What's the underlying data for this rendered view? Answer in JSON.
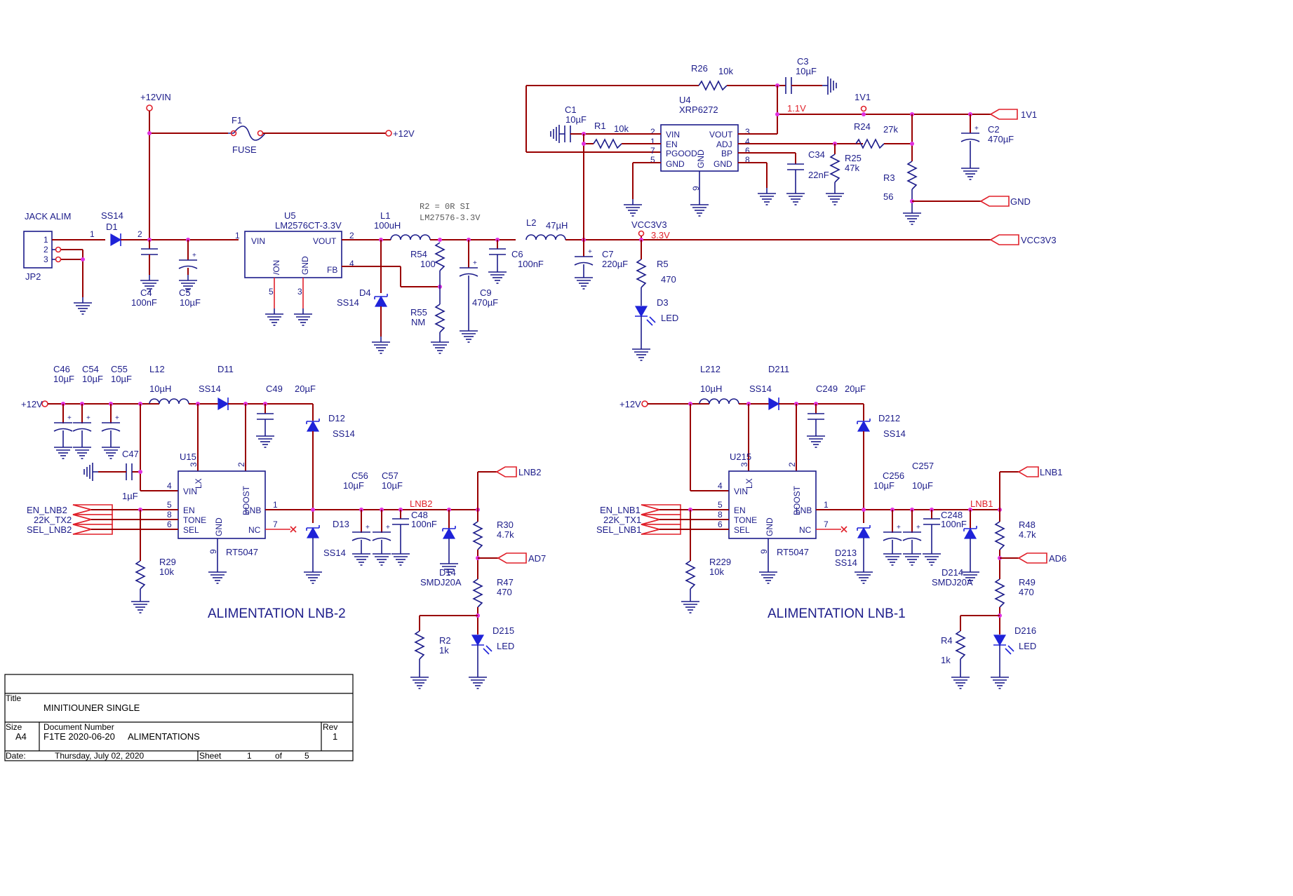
{
  "power": {
    "vin12": "+12VIN",
    "fuse_ref": "F1",
    "fuse_val": "FUSE",
    "out12": "+12V",
    "jack_title": "JACK ALIM",
    "jack_ref": "JP2",
    "jack_pins": [
      "1",
      "2",
      "3"
    ],
    "d1_val": "SS14",
    "d1_ref": "D1",
    "c4_ref": "C4",
    "c4_val": "100nF",
    "c5_ref": "C5",
    "c5_val": "10µF",
    "u5_ref": "U5",
    "u5_val": "LM2576CT-3.3V",
    "u5_pins": {
      "vin": "VIN",
      "vout": "VOUT",
      "on": "/ON",
      "gnd": "GND",
      "fb": "FB"
    },
    "u5_pinnums": [
      "1",
      "2",
      "4",
      "5",
      "3"
    ],
    "d4_ref": "D4",
    "d4_val": "SS14",
    "l1_ref": "L1",
    "l1_val": "100uH",
    "note1": "R2 = 0R SI",
    "note2": "LM27576-3.3V",
    "r54_ref": "R54",
    "r54_val": "100",
    "r55_ref": "R55",
    "r55_val": "NM",
    "c9_ref": "C9",
    "c9_val": "470µF",
    "c6_ref": "C6",
    "c6_val": "100nF",
    "l2_ref": "L2",
    "l2_val": "47µH",
    "c7_ref": "C7",
    "c7_val": "220µF",
    "vcc_label": "VCC3V3",
    "vcc_value": "3.3V",
    "vcc_port": "VCC3V3",
    "r5_ref": "R5",
    "r5_val": "470",
    "d3_ref": "D3",
    "d3_val": "LED",
    "pin1": "1",
    "pin2": "2"
  },
  "ldo": {
    "r26_ref": "R26",
    "r26_val": "10k",
    "c3_ref": "C3",
    "c3_val": "10µF",
    "u4_ref": "U4",
    "u4_val": "XRP6272",
    "u4_pins": {
      "vin": "VIN",
      "en": "EN",
      "pgood": "PGOOD",
      "gnd1": "GND",
      "gnd_mid": "GND",
      "vout": "VOUT",
      "adj": "ADJ",
      "bp": "BP",
      "gnd2": "GND"
    },
    "u4_pinnums": [
      "2",
      "1",
      "7",
      "5",
      "3",
      "4",
      "6",
      "8",
      "9"
    ],
    "c1_ref": "C1",
    "c1_val": "10µF",
    "r1_ref": "R1",
    "r1_val": "10k",
    "net_1v1": "1V1",
    "net_1v1_value": "1.1V",
    "port_1v1": "1V1",
    "c2_ref": "C2",
    "c2_val": "470µF",
    "r24_ref": "R24",
    "r24_val": "27k",
    "r25_ref": "R25",
    "r25_val": "47k",
    "c34_ref": "C34",
    "c34_val": "22nF",
    "r3_ref": "R3",
    "r3_val": "56",
    "port_gnd": "GND"
  },
  "lnb2": {
    "title": "ALIMENTATION LNB-2",
    "c46_ref": "C46",
    "c46_val": "10µF",
    "c54_ref": "C54",
    "c54_val": "10µF",
    "c55_ref": "C55",
    "c55_val": "10µF",
    "l_ref": "L12",
    "l_val": "10µH",
    "d11_ref": "D11",
    "d11_val": "SS14",
    "c49_ref": "C49",
    "c49_val": "20µF",
    "d12_ref": "D12",
    "d12_val": "SS14",
    "in12": "+12V",
    "c47_ref": "C47",
    "c47_val": "1µF",
    "u_ref": "U15",
    "u_val": "RT5047",
    "pins": {
      "lx": "LX",
      "boost": "BOOST",
      "vin": "VIN",
      "en": "EN",
      "tone": "TONE",
      "sel": "SEL",
      "gnd": "GND",
      "lnb": "LNB",
      "nc": "NC"
    },
    "pinnums": [
      "3",
      "2",
      "4",
      "5",
      "8",
      "6",
      "9",
      "1",
      "7"
    ],
    "in_en": "EN_LNB2",
    "in_tone": "22K_TX2",
    "in_sel": "SEL_LNB2",
    "r29_ref": "R29",
    "r29_val": "10k",
    "c56_ref": "C56",
    "c56_val": "10µF",
    "c57_ref": "C57",
    "c57_val": "10µF",
    "c48_ref": "C48",
    "c48_val": "100nF",
    "net": "LNB2",
    "d13_ref": "D13",
    "d13_val": "SS14",
    "d14_ref": "D14",
    "d14_val": "SMDJ20A",
    "r30_ref": "R30",
    "r30_val": "4.7k",
    "r47_ref": "R47",
    "r47_val": "470",
    "port_lnb": "LNB2",
    "port_ad": "AD7",
    "rb_ref": "R2",
    "rb_val": "1k",
    "led_ref": "D215",
    "led_val": "LED"
  },
  "lnb1": {
    "title": "ALIMENTATION LNB-1",
    "l_ref": "L212",
    "l_val": "10µH",
    "d11_ref": "D211",
    "d11_val": "SS14",
    "c49_ref": "C249",
    "c49_val": "20µF",
    "d12_ref": "D212",
    "d12_val": "SS14",
    "in12": "+12V",
    "u_ref": "U215",
    "u_val": "RT5047",
    "pins": {
      "lx": "LX",
      "boost": "BOOST",
      "vin": "VIN",
      "en": "EN",
      "tone": "TONE",
      "sel": "SEL",
      "gnd": "GND",
      "lnb": "LNB",
      "nc": "NC"
    },
    "pinnums": [
      "3",
      "2",
      "4",
      "5",
      "8",
      "6",
      "9",
      "1",
      "7"
    ],
    "in_en": "EN_LNB1",
    "in_tone": "22K_TX1",
    "in_sel": "SEL_LNB1",
    "r29_ref": "R229",
    "r29_val": "10k",
    "c56_ref": "C256",
    "c56_val": "10µF",
    "c57_ref": "C257",
    "c57_val": "10µF",
    "c48_ref": "C248",
    "c48_val": "100nF",
    "net": "LNB1",
    "d13_ref": "D213",
    "d13_val": "SS14",
    "d14_ref": "D214",
    "d14_val": "SMDJ20A",
    "r30_ref": "R48",
    "r30_val": "4.7k",
    "r47_ref": "R49",
    "r47_val": "470",
    "port_lnb": "LNB1",
    "port_ad": "AD6",
    "rb_ref": "R4",
    "rb_val": "1k",
    "led_ref": "D216",
    "led_val": "LED"
  },
  "title_block": {
    "title_label": "Title",
    "title": "MINITIOUNER SINGLE",
    "size_label": "Size",
    "size": "A4",
    "doc_label": "Document Number",
    "doc": "F1TE 2020-06-20",
    "doc_name": "ALIMENTATIONS",
    "rev_label": "Rev",
    "rev": "1",
    "date_label": "Date:",
    "date": "Thursday, July 02, 2020",
    "sheet_label": "Sheet",
    "sheet": "1",
    "of_label": "of",
    "sheet_total": "5"
  }
}
